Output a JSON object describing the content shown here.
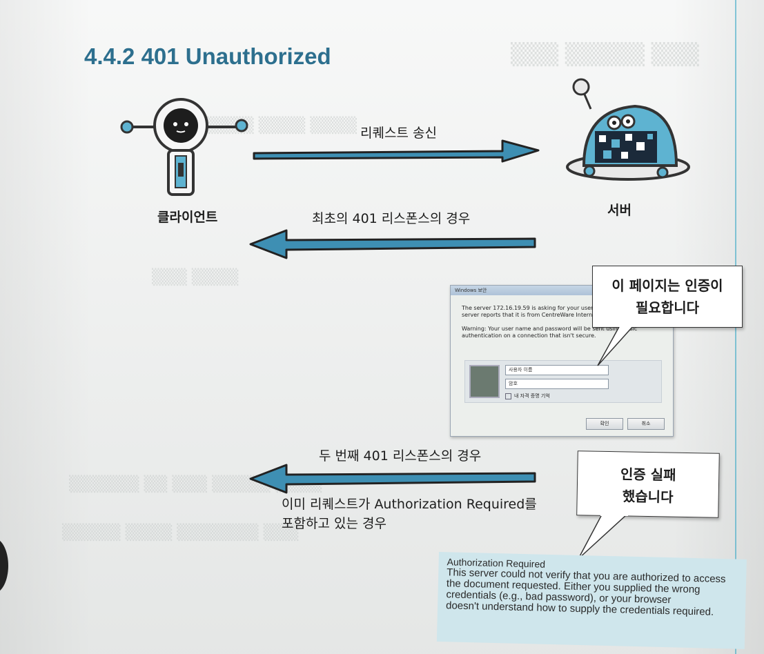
{
  "section": {
    "title": "4.4.2 401 Unauthorized"
  },
  "actors": {
    "client_label": "클라이언트",
    "server_label": "서버"
  },
  "arrows": {
    "request_label": "리퀘스트 송신",
    "first_401_label": "최초의 401 리스폰스의 경우",
    "second_401_label": "두 번째 401 리스폰스의 경우",
    "second_401_note_line1": "이미 리퀘스트가 Authorization Required를",
    "second_401_note_line2": "포함하고 있는 경우"
  },
  "dialog": {
    "title": "Windows 보안",
    "text_line1": "The server 172.16.19.59 is asking for your user n",
    "text_line2": "server reports that it is from CentreWare Internet",
    "warning_line1": "Warning: Your user name and password will be sent using basic",
    "warning_line2": "authentication on a connection that isn't secure.",
    "username_placeholder": "사용자 이름",
    "password_placeholder": "암호",
    "remember_label": "내 자격 증명 기억",
    "ok_button": "확인",
    "cancel_button": "취소"
  },
  "callouts": {
    "auth_needed_line1": "이 페이지는 인증이",
    "auth_needed_line2": "필요합니다",
    "auth_failed_line1": "인증 실패",
    "auth_failed_line2": "했습니다"
  },
  "error_page": {
    "title": "Authorization Required",
    "body_line1": "This server could not verify that you are authorized to access",
    "body_line2": "the document requested. Either you supplied the wrong",
    "body_line3": "credentials (e.g., bad password), or your browser",
    "body_line4": "doesn't understand how to supply the credentials required."
  },
  "colors": {
    "arrow": "#3e8fb3",
    "title": "#2d6f8e",
    "error_bg": "#cfe6ec"
  }
}
